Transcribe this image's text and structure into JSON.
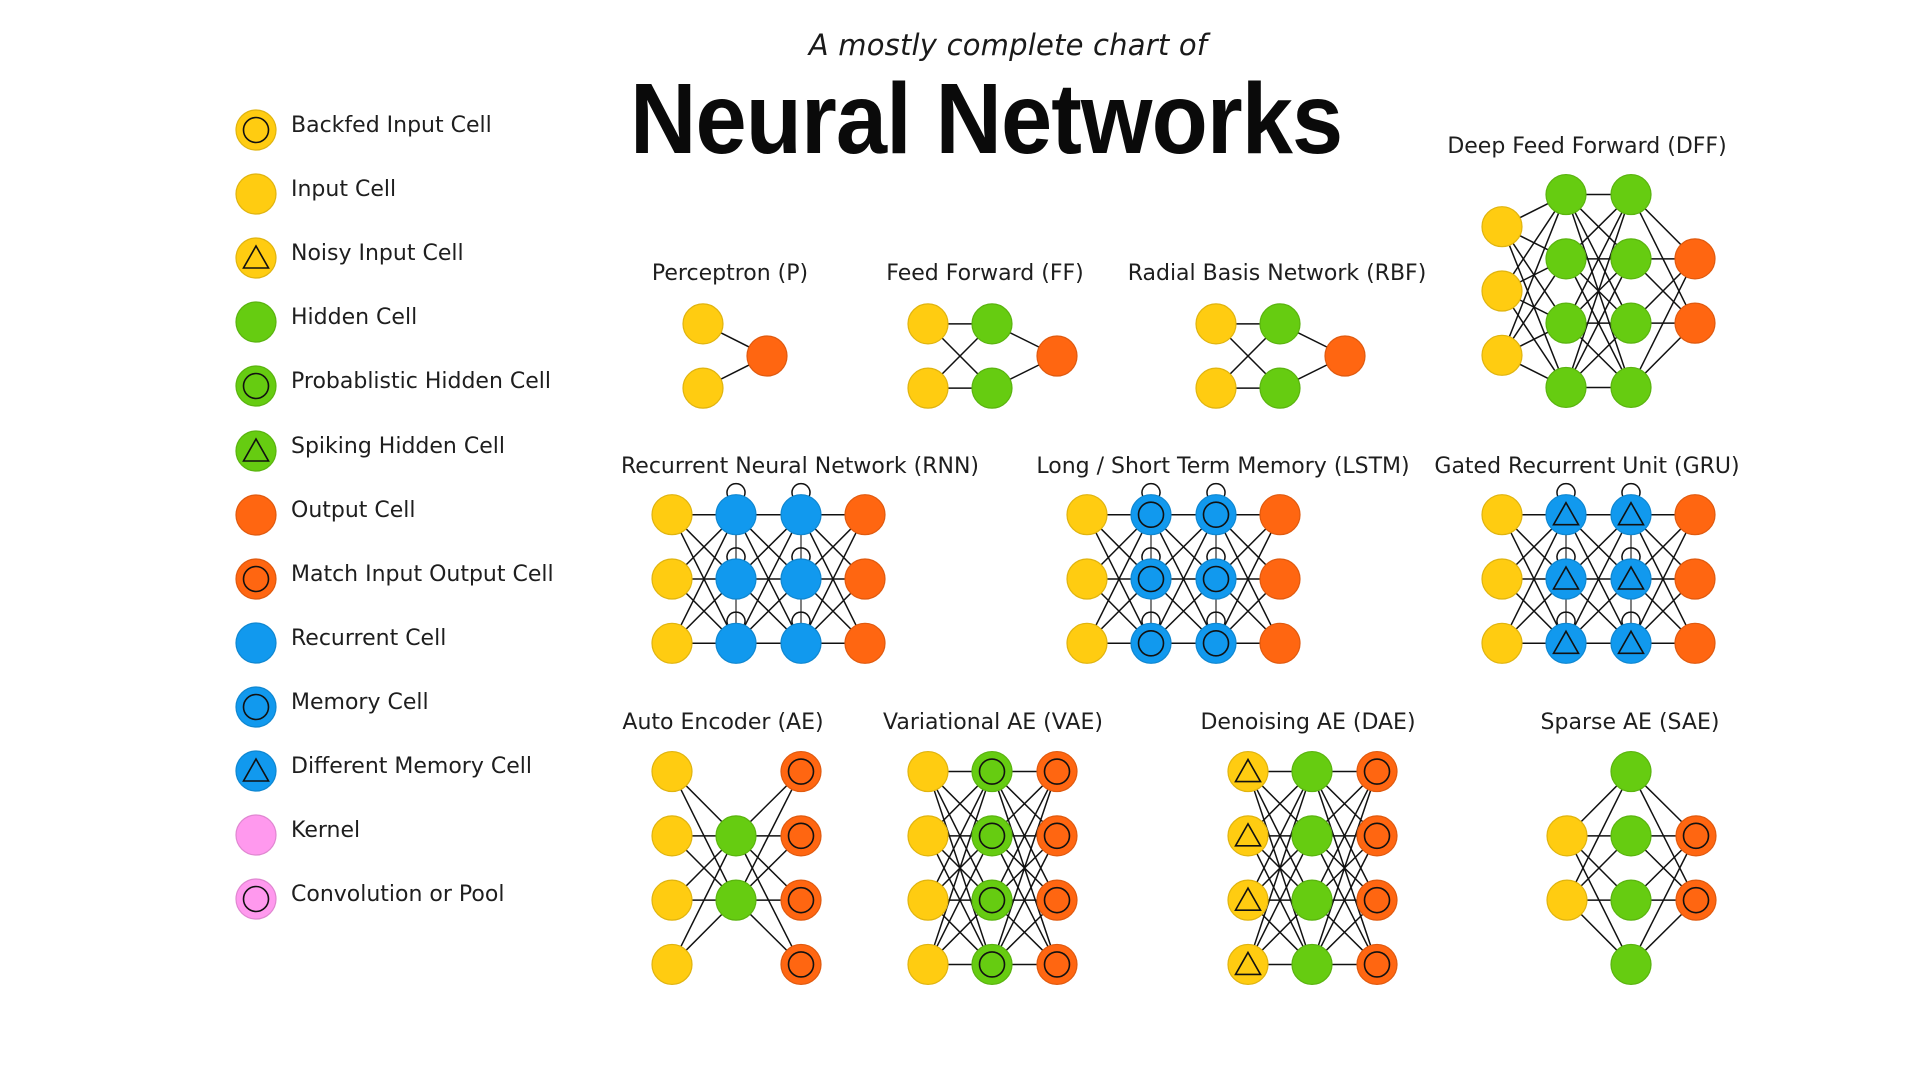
{
  "header": {
    "subtitle": "A mostly complete chart of",
    "title": "Neural Networks"
  },
  "colors": {
    "input": "#FFCC11",
    "hidden": "#66CC11",
    "output": "#FF6611",
    "recurrent": "#1199EE",
    "kernel": "#FF99EE",
    "edge": "#111111",
    "inner_mark": "#111111"
  },
  "legend": [
    {
      "label": "Backfed Input Cell",
      "fill": "input",
      "mark": "circle"
    },
    {
      "label": "Input Cell",
      "fill": "input",
      "mark": "none"
    },
    {
      "label": "Noisy Input Cell",
      "fill": "input",
      "mark": "triangle"
    },
    {
      "label": "Hidden Cell",
      "fill": "hidden",
      "mark": "none"
    },
    {
      "label": "Probablistic Hidden Cell",
      "fill": "hidden",
      "mark": "circle"
    },
    {
      "label": "Spiking Hidden Cell",
      "fill": "hidden",
      "mark": "triangle"
    },
    {
      "label": "Output Cell",
      "fill": "output",
      "mark": "none"
    },
    {
      "label": "Match Input Output Cell",
      "fill": "output",
      "mark": "circle"
    },
    {
      "label": "Recurrent Cell",
      "fill": "recurrent",
      "mark": "none"
    },
    {
      "label": "Memory Cell",
      "fill": "recurrent",
      "mark": "circle"
    },
    {
      "label": "Different Memory Cell",
      "fill": "recurrent",
      "mark": "triangle"
    },
    {
      "label": "Kernel",
      "fill": "kernel",
      "mark": "none"
    },
    {
      "label": "Convolution or Pool",
      "fill": "kernel",
      "mark": "circle"
    }
  ],
  "networks": [
    {
      "id": "p",
      "label": "Perceptron (P)",
      "layers": [
        {
          "type": "input",
          "count": 2
        },
        {
          "type": "output",
          "count": 1
        }
      ]
    },
    {
      "id": "ff",
      "label": "Feed Forward (FF)",
      "layers": [
        {
          "type": "input",
          "count": 2
        },
        {
          "type": "hidden",
          "count": 2
        },
        {
          "type": "output",
          "count": 1
        }
      ]
    },
    {
      "id": "rbf",
      "label": "Radial Basis Network (RBF)",
      "layers": [
        {
          "type": "input",
          "count": 2
        },
        {
          "type": "hidden",
          "count": 2
        },
        {
          "type": "output",
          "count": 1
        }
      ]
    },
    {
      "id": "dff",
      "label": "Deep Feed Forward (DFF)",
      "layers": [
        {
          "type": "input",
          "count": 3
        },
        {
          "type": "hidden",
          "count": 4
        },
        {
          "type": "hidden",
          "count": 4
        },
        {
          "type": "output",
          "count": 2
        }
      ]
    },
    {
      "id": "rnn",
      "label": "Recurrent Neural Network (RNN)",
      "layers": [
        {
          "type": "input",
          "count": 3
        },
        {
          "type": "recurrent",
          "count": 3,
          "self_loop": true
        },
        {
          "type": "recurrent",
          "count": 3,
          "self_loop": true
        },
        {
          "type": "output",
          "count": 3
        }
      ]
    },
    {
      "id": "lstm",
      "label": "Long / Short Term Memory (LSTM)",
      "layers": [
        {
          "type": "input",
          "count": 3
        },
        {
          "type": "memory",
          "count": 3,
          "self_loop": true
        },
        {
          "type": "memory",
          "count": 3,
          "self_loop": true
        },
        {
          "type": "output",
          "count": 3
        }
      ]
    },
    {
      "id": "gru",
      "label": "Gated Recurrent Unit (GRU)",
      "layers": [
        {
          "type": "input",
          "count": 3
        },
        {
          "type": "different_memory",
          "count": 3,
          "self_loop": true
        },
        {
          "type": "different_memory",
          "count": 3,
          "self_loop": true
        },
        {
          "type": "output",
          "count": 3
        }
      ]
    },
    {
      "id": "ae",
      "label": "Auto Encoder (AE)",
      "layers": [
        {
          "type": "input",
          "count": 4
        },
        {
          "type": "hidden",
          "count": 2
        },
        {
          "type": "match_output",
          "count": 4
        }
      ]
    },
    {
      "id": "vae",
      "label": "Variational AE (VAE)",
      "layers": [
        {
          "type": "input",
          "count": 4
        },
        {
          "type": "probabilistic_hidden",
          "count": 4
        },
        {
          "type": "match_output",
          "count": 4
        }
      ]
    },
    {
      "id": "dae",
      "label": "Denoising AE (DAE)",
      "layers": [
        {
          "type": "noisy_input",
          "count": 4
        },
        {
          "type": "hidden",
          "count": 4
        },
        {
          "type": "match_output",
          "count": 4
        }
      ]
    },
    {
      "id": "sae",
      "label": "Sparse AE (SAE)",
      "layers": [
        {
          "type": "input",
          "count": 2
        },
        {
          "type": "hidden",
          "count": 4
        },
        {
          "type": "match_output",
          "count": 2
        }
      ]
    }
  ]
}
